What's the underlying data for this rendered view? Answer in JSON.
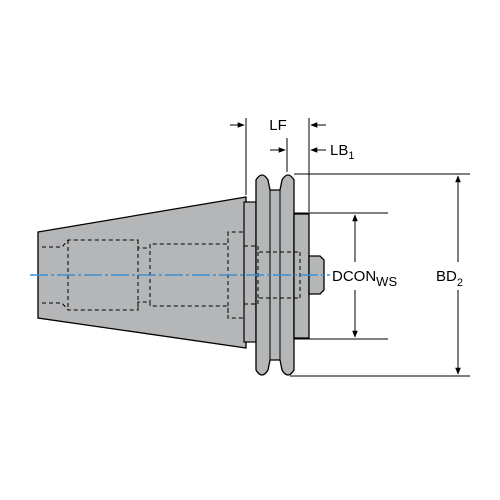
{
  "labels": {
    "lf": "LF",
    "lb_main": "LB",
    "lb_sub": "1",
    "dcon_main": "DCON",
    "dcon_sub": "WS",
    "bd_main": "BD",
    "bd_sub": "2"
  },
  "colors": {
    "body_fill": "#b4b6b8",
    "outline": "#000000",
    "centerline": "#3a8fd6",
    "background": "#ffffff"
  }
}
